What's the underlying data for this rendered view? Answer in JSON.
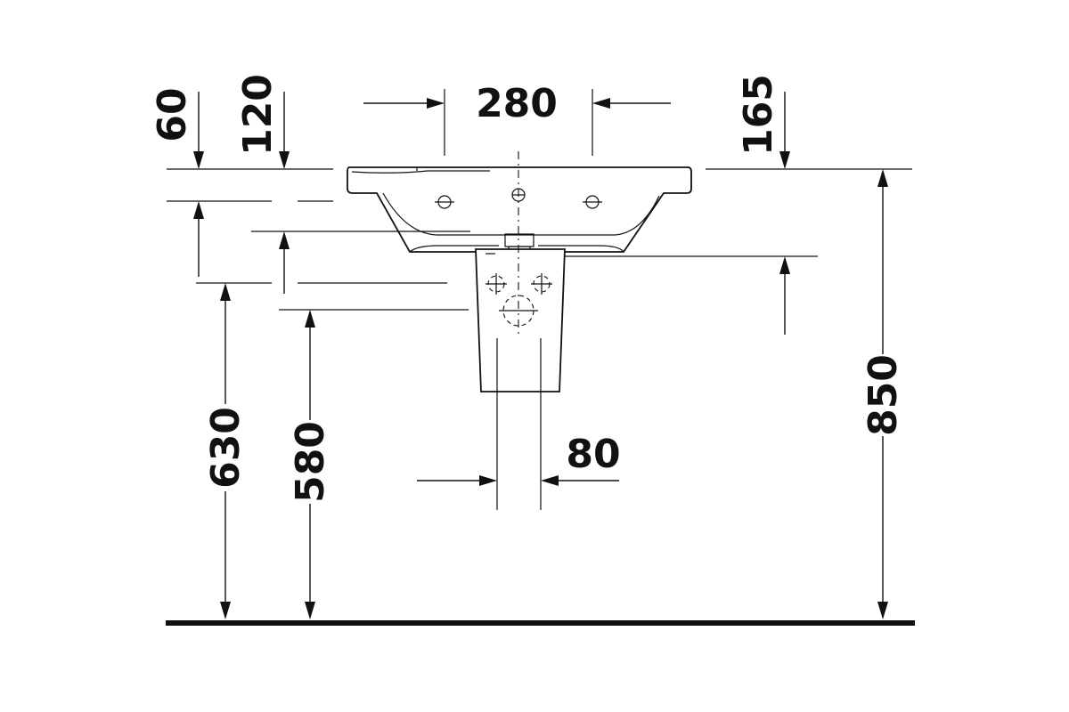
{
  "drawing": {
    "title": "",
    "subject": "washbasin with semi-pedestal, front elevation",
    "dimensions": {
      "top_dim_a": "60",
      "top_dim_b": "120",
      "tap_spacing": "280",
      "right_dim": "165",
      "height_630": "630",
      "height_580": "580",
      "total_height": "850",
      "outlet_spacing": "80"
    },
    "units": ""
  }
}
